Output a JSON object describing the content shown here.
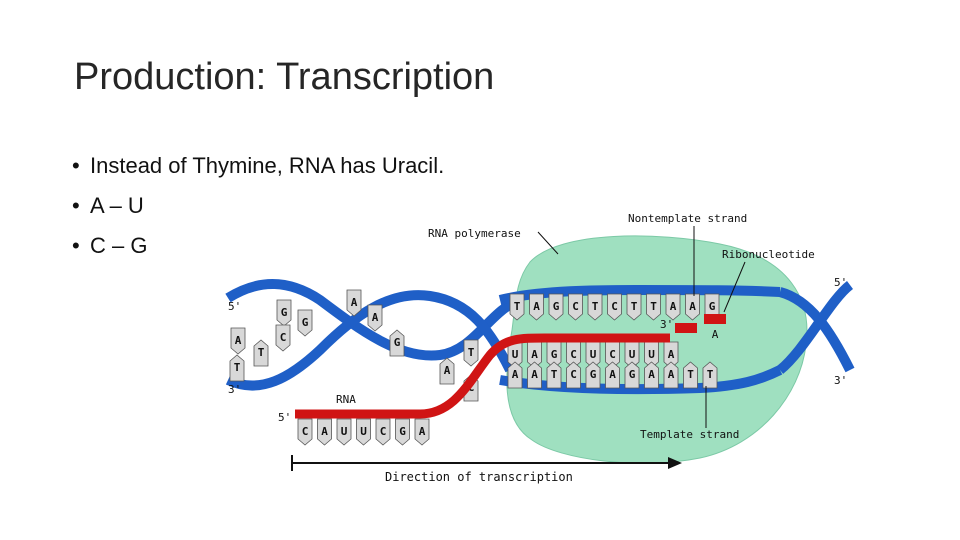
{
  "slide": {
    "title": "Production: Transcription",
    "bullets": [
      "Instead of Thymine, RNA has Uracil.",
      "A – U",
      "C – G"
    ]
  },
  "diagram": {
    "labels": {
      "rna_polymerase": "RNA polymerase",
      "nontemplate_strand": "Nontemplate strand",
      "ribonucleotide": "Ribonucleotide",
      "rna": "RNA",
      "template_strand": "Template strand",
      "direction": "Direction of transcription",
      "five_prime_left_top": "5'",
      "three_prime_left_bottom": "3'",
      "five_prime_rna": "5'",
      "three_prime_rna_end": "3'",
      "five_prime_right": "5'",
      "three_prime_right": "3'"
    },
    "left_helix_bases": [
      "A",
      "G",
      "G",
      "A",
      "C",
      "A",
      "T",
      "G",
      "T",
      "T",
      "A",
      "C"
    ],
    "bubble_top_bases": [
      "T",
      "A",
      "G",
      "C",
      "T",
      "C",
      "T",
      "T",
      "A",
      "A",
      "G"
    ],
    "bubble_rna_bases": [
      "U",
      "A",
      "G",
      "C",
      "U",
      "C",
      "U",
      "U",
      "A"
    ],
    "bubble_bottom_bases": [
      "A",
      "A",
      "T",
      "C",
      "G",
      "A",
      "G",
      "A",
      "A",
      "T",
      "T"
    ],
    "rna_strand_bases": [
      "C",
      "A",
      "U",
      "U",
      "C",
      "G",
      "A"
    ],
    "incoming_ribonucleotide": "A",
    "colors": {
      "helix_blue": "#1f5fc7",
      "rna_red": "#d01414",
      "polymerase_green": "#9fe0c0",
      "base_gray": "#d8d8d8"
    }
  }
}
